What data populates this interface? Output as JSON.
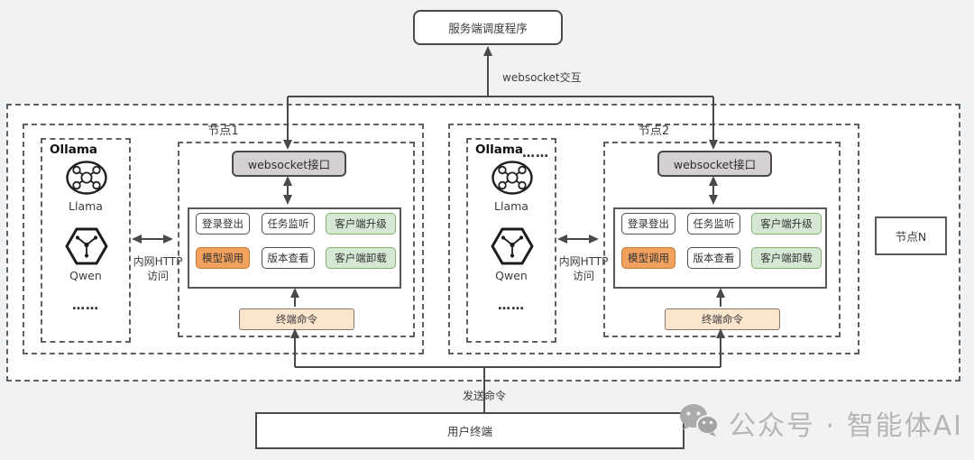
{
  "colors": {
    "background": "#f1f2f3",
    "diagram_fill": "#ffffff",
    "green_fill": "#d5e8d4",
    "green_border": "#82b366",
    "orange_fill": "#f2a25e",
    "peach_fill": "#fbe5cd",
    "gray_fill": "#d5d1d1",
    "watermark": "#b6b6b6"
  },
  "scheduler_box": {
    "label": "服务端调度程序"
  },
  "edge_labels": {
    "websocket": "websocket交互",
    "send_command": "发送命令"
  },
  "nodes": [
    {
      "title": "节点1",
      "ollama": {
        "title": "Ollama",
        "llama_label": "Llama",
        "qwen_label": "Qwen",
        "more_dots": "……"
      },
      "http_label": {
        "line1": "内网HTTP",
        "line2": "访问"
      },
      "websocket_api": "websocket接口",
      "functions": [
        {
          "label": "登录登出",
          "style": "white"
        },
        {
          "label": "任务监听",
          "style": "white"
        },
        {
          "label": "客户端升级",
          "style": "green"
        },
        {
          "label": "模型调用",
          "style": "orange"
        },
        {
          "label": "版本查看",
          "style": "white"
        },
        {
          "label": "客户端卸载",
          "style": "green"
        }
      ],
      "terminal_command": "终端命令"
    },
    {
      "title": "节点2",
      "ollama": {
        "title": "Ollama",
        "llama_label": "Llama",
        "qwen_label": "Qwen",
        "more_dots": "……",
        "top_dots": "……"
      },
      "http_label": {
        "line1": "内网HTTP",
        "line2": "访问"
      },
      "websocket_api": "websocket接口",
      "functions": [
        {
          "label": "登录登出",
          "style": "white"
        },
        {
          "label": "任务监听",
          "style": "white"
        },
        {
          "label": "客户端升级",
          "style": "green"
        },
        {
          "label": "模型调用",
          "style": "orange"
        },
        {
          "label": "版本查看",
          "style": "white"
        },
        {
          "label": "客户端卸载",
          "style": "green"
        }
      ],
      "terminal_command": "终端命令"
    }
  ],
  "node_n": {
    "label": "节点N"
  },
  "user_terminal": {
    "label": "用户终端"
  },
  "watermark": {
    "text": "公众号 · 智能体AI",
    "icon": "wechat-icon"
  }
}
